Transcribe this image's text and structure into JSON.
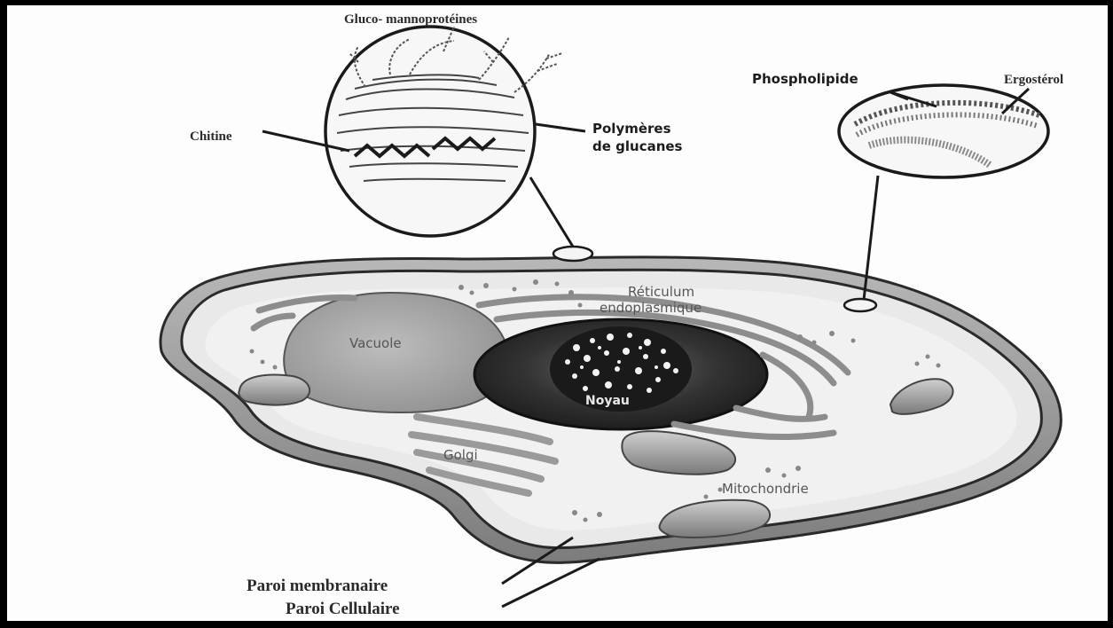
{
  "labels": {
    "gluco": "Gluco- mannoprotéines",
    "chitine": "Chitine",
    "polymeres_1": "Polymères",
    "polymeres_2": "de glucanes",
    "phospholipide": "Phospholipide",
    "ergosterol": "Ergostérol",
    "reticulum_1": "Réticulum",
    "reticulum_2": "endoplasmique",
    "vacuole": "Vacuole",
    "noyau": "Noyau",
    "golgi": "Golgi",
    "mitochondrie": "Mitochondrie",
    "paroi_membranaire": "Paroi membranaire",
    "paroi_cellulaire": "Paroi Cellulaire"
  },
  "colors": {
    "frame": "#000000",
    "paper": "#fdfdfd",
    "wall_outer": "#8e8e8e",
    "cytoplasm": "#e9e9e9",
    "vacuole": "#a7a7a7",
    "nucleus": "#2b2b2b",
    "organelle": "#9a9a9a",
    "line": "#1a1a1a"
  }
}
